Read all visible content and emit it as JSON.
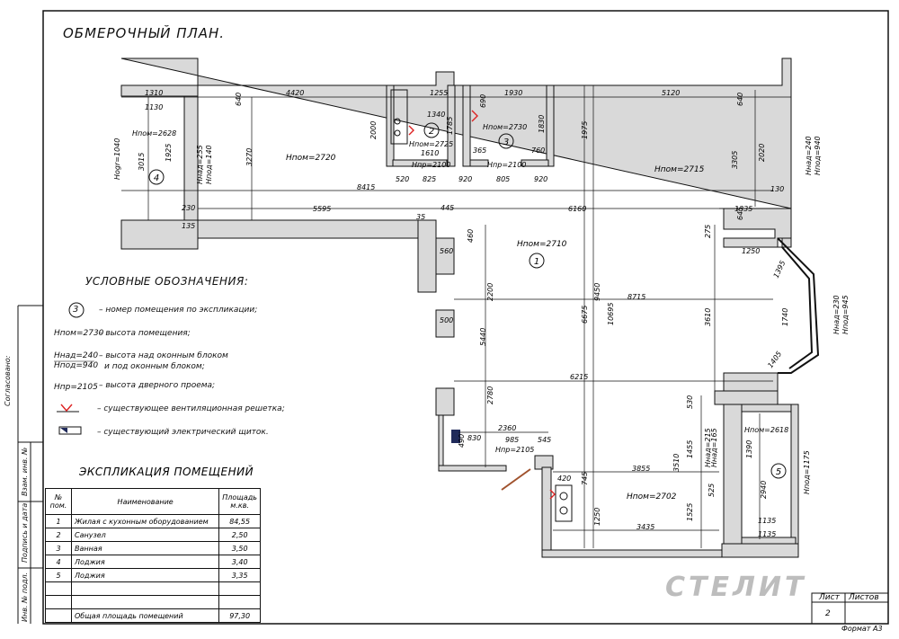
{
  "title": "ОБМЕРОЧНЫЙ ПЛАН.",
  "legend": {
    "title": "УСЛОВНЫЕ ОБОЗНАЧЕНИЯ:",
    "room_number_sample": "3",
    "room_number_text": "– номер помещения по экспликации;",
    "height_sample": "Нпом=2730",
    "height_text": "– высота помещения;",
    "window_sample_top": "Ннад=240",
    "window_sample_bottom": "Нпод=940",
    "window_text_1": "– высота над оконным блоком",
    "window_text_2": "и под оконным блоком;",
    "door_sample": "Нпр=2105",
    "door_text": "– высота дверного проема;",
    "vent_text": "– существующее вентиляционная решетка;",
    "shield_text": "– существующий электрический щиток."
  },
  "explication": {
    "title": "ЭКСПЛИКАЦИЯ ПОМЕЩЕНИЙ",
    "headers": [
      "№ пом.",
      "Наименование",
      "Площадь м.кв."
    ],
    "rows": [
      {
        "num": "1",
        "name": "Жилая с кухонным оборудованием",
        "area": "84,55"
      },
      {
        "num": "2",
        "name": "Санузел",
        "area": "2,50"
      },
      {
        "num": "3",
        "name": "Ванная",
        "area": "3,50"
      },
      {
        "num": "4",
        "name": "Лоджия",
        "area": "3,40"
      },
      {
        "num": "5",
        "name": "Лоджия",
        "area": "3,35"
      }
    ],
    "total_label": "Общая площадь помещений",
    "total_value": "97,30"
  },
  "side_labels": {
    "agreed": "Согласовано:",
    "inv1": "Взам. инв. №",
    "sign": "Подпись и дата",
    "inv2": "Инв. № подл."
  },
  "stamp": {
    "sheet_label": "Лист",
    "sheets_label": "Листов",
    "sheet_value": "2",
    "format": "Формат А3"
  },
  "brand": "СТЕЛИТ",
  "rooms": {
    "r1": {
      "num": "1",
      "height": "Нпом=2710"
    },
    "r2": {
      "num": "2",
      "height": "Нпом=2725"
    },
    "r3": {
      "num": "3",
      "height": "Нпом=2730"
    },
    "r4": {
      "num": "4",
      "height": "Нпом=2628"
    },
    "r5": {
      "num": "5",
      "height": "Нпом=2618"
    },
    "big_left": "Нпом=2720",
    "big_right": "Нпом=2715",
    "bottom": "Нпом=2702"
  },
  "dims": {
    "d4420": "4420",
    "d1255": "1255",
    "d1930": "1930",
    "d5120": "5120",
    "d1310": "1310",
    "d1130": "1130",
    "d1340": "1340",
    "d8415": "8415",
    "d5595": "5595",
    "d6160": "6160",
    "d8715": "8715",
    "d6215": "6215",
    "d1335": "1335",
    "d1250": "1250",
    "d2360": "2360",
    "d3855": "3855",
    "d3435": "3435",
    "d985": "985",
    "d545": "545",
    "d1610": "1610",
    "d520": "520",
    "d825": "825",
    "d920": "920",
    "d805": "805",
    "d920b": "920",
    "d560": "560",
    "d500": "500",
    "d2200": "2200",
    "d5440": "5440",
    "d2780": "2780",
    "d9450": "9450",
    "d6675": "6675",
    "d10695": "10695",
    "d3610": "3610",
    "d1975": "1975",
    "d3305": "3305",
    "d2020": "2020",
    "d3270": "3270",
    "d2000": "2000",
    "d1785": "1785",
    "d1830": "1830",
    "d3015": "3015",
    "d1925": "1925",
    "d1395": "1395",
    "d1740": "1740",
    "d1405": "1405",
    "d1135": "1135",
    "d1135b": "1135",
    "d2940": "2940",
    "d1390": "1390",
    "d1455": "1455",
    "d3510": "3510",
    "d1525": "1525",
    "d1250v": "1250",
    "d420": "420",
    "d745": "745",
    "d525": "525",
    "d460": "460",
    "d445": "445",
    "d640": "640",
    "d640r": "640",
    "d690": "690",
    "d760": "760",
    "d365": "365",
    "d35": "35",
    "d230": "230",
    "d135": "135",
    "d130": "130",
    "d645": "645",
    "d275": "275",
    "d530": "530",
    "d490": "490",
    "d830": "830",
    "door1": "Нпр=2100",
    "door2": "Нпр=2100",
    "door3": "Нпр=2105",
    "nogr": "Нogr=1040",
    "win1": "Ннад=255",
    "win1b": "Нпод=140",
    "win2": "Ннад=240",
    "win2b": "Нпод=940",
    "win3": "Ннад=230",
    "win3b": "Нпод=945",
    "win4": "Ннад=165",
    "win4b": "Нпод=1175",
    "win5": "Ннад=215"
  }
}
